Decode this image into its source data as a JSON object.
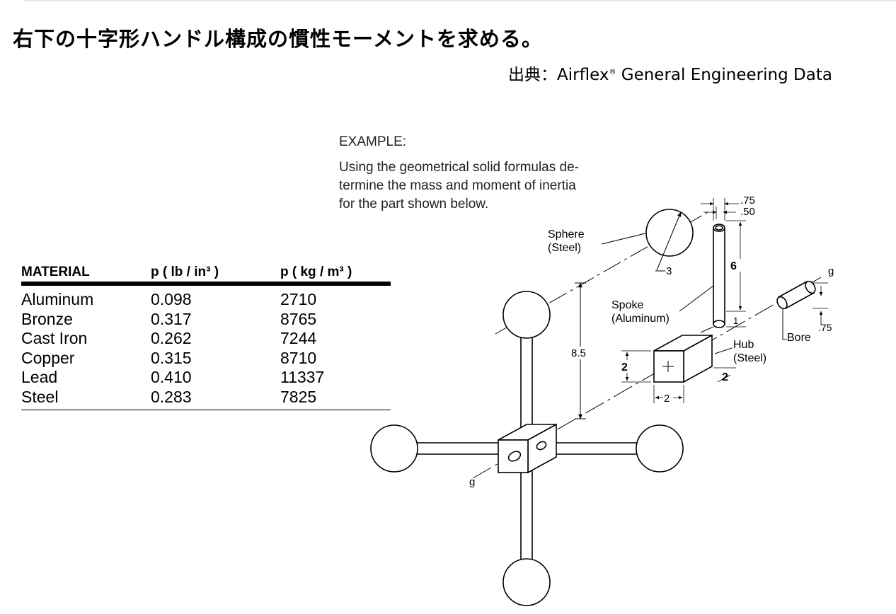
{
  "title": "右下の十字形ハンドル構成の慣性モーメントを求める。",
  "source": {
    "prefix": "出典：",
    "brand": "Airflex",
    "reg": "®",
    "rest": " General Engineering Data"
  },
  "example": {
    "heading": "EXAMPLE:",
    "lines": [
      "Using the geometrical solid formulas de-",
      "termine the mass and moment of inertia",
      "for the part shown below."
    ]
  },
  "table": {
    "headers": [
      "MATERIAL",
      "p ( lb / in³ )",
      "p ( kg / m³ )"
    ],
    "rows": [
      [
        "Aluminum",
        "0.098",
        "2710"
      ],
      [
        "Bronze",
        "0.317",
        "8765"
      ],
      [
        "Cast Iron",
        "0.262",
        "7244"
      ],
      [
        "Copper",
        "0.315",
        "8710"
      ],
      [
        "Lead",
        "0.410",
        "11337"
      ],
      [
        "Steel",
        "0.283",
        "7825"
      ]
    ]
  },
  "diagram": {
    "sphere_label": "Sphere",
    "sphere_material": "(Steel)",
    "sphere_dim": "3",
    "spoke_label": "Spoke",
    "spoke_material": "(Aluminum)",
    "spoke_dim_outer": ".75",
    "spoke_dim_inner": ".50",
    "spoke_length": "6",
    "spoke_insert": "1",
    "hub_label": "Hub",
    "hub_material": "(Steel)",
    "hub_height": "2",
    "hub_width": "2",
    "hub_depth": "2",
    "bore_label": "Bore",
    "bore_dim": ".75",
    "axis_label": "g",
    "overall_dim": "8.5"
  }
}
